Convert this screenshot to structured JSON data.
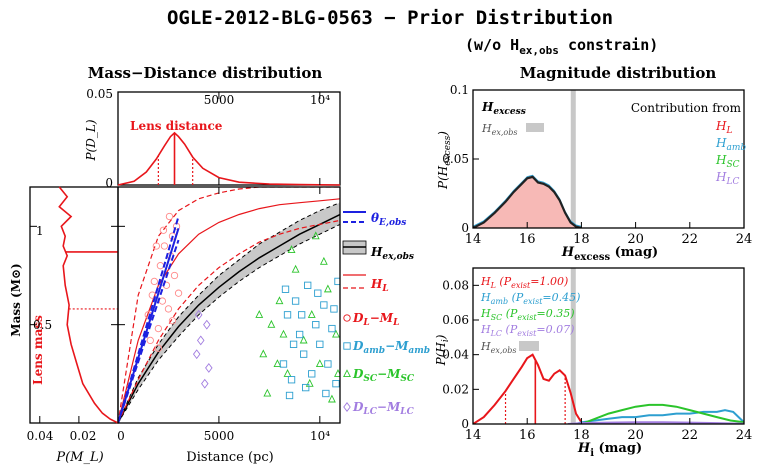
{
  "figure": {
    "title": "OGLE-2012-BLG-0563 − Prior Distribution",
    "subtitle": "(w/o H",
    "subtitle_sub": "ex,obs",
    "subtitle_end": " constrain)"
  },
  "colors": {
    "red": "#e8161b",
    "blue": "#1d21e0",
    "cyan": "#2d9fd0",
    "green": "#2bc42b",
    "purple": "#a27de0",
    "gray": "#c8c8c8",
    "black": "#000000"
  },
  "chart_data": [
    {
      "id": "lens_distance",
      "type": "line",
      "panel_title": "Mass−Distance distribution",
      "label": "Lens distance",
      "xlabel": "",
      "ylabel": "P(D_L)",
      "x_ticks": [
        "5000",
        "10⁴"
      ],
      "y_ticks": [
        "0",
        "0.05"
      ],
      "xlim": [
        0,
        11000
      ],
      "ylim": [
        0,
        0.05
      ],
      "median": 2800,
      "interval": [
        2000,
        3700
      ],
      "x": [
        0,
        800,
        1400,
        1900,
        2300,
        2600,
        2800,
        3000,
        3300,
        3700,
        4200,
        5000,
        6000,
        7500,
        9000,
        11000
      ],
      "y": [
        0.0,
        0.002,
        0.007,
        0.014,
        0.021,
        0.026,
        0.028,
        0.026,
        0.022,
        0.015,
        0.009,
        0.004,
        0.0015,
        0.0005,
        0.0002,
        0.0
      ]
    },
    {
      "id": "lens_mass",
      "type": "line",
      "label": "Lens mass",
      "xlabel": "P(M_L)",
      "ylabel": "Mass (M⊙)",
      "x_ticks": [
        "0.04",
        "0.02",
        "0"
      ],
      "y_ticks": [
        "0.5",
        "1"
      ],
      "xlim": [
        0,
        0.045
      ],
      "ylim": [
        0,
        1.2
      ],
      "median": 0.87,
      "lower": 0.58,
      "mass": [
        0.0,
        0.02,
        0.05,
        0.1,
        0.2,
        0.3,
        0.4,
        0.5,
        0.6,
        0.7,
        0.8,
        0.85,
        0.9,
        0.95,
        1.0,
        1.05,
        1.1,
        1.15,
        1.2
      ],
      "p": [
        0.0,
        0.004,
        0.008,
        0.012,
        0.018,
        0.021,
        0.024,
        0.026,
        0.025,
        0.027,
        0.028,
        0.026,
        0.028,
        0.027,
        0.029,
        0.024,
        0.03,
        0.026,
        0.03
      ]
    },
    {
      "id": "mass_distance",
      "type": "scatter",
      "xlabel": "Distance (pc)",
      "ylabel": "",
      "x_ticks": [
        "0",
        "5000",
        "10⁴"
      ],
      "xlim": [
        0,
        11000
      ],
      "ylim": [
        0,
        1.2
      ],
      "theta_E_obs": {
        "label": "θ",
        "label_sub": "E,obs",
        "x": [
          0,
          1000,
          2000,
          3000
        ],
        "center": [
          0.0,
          0.33,
          0.66,
          0.99
        ],
        "lower": [
          0.0,
          0.31,
          0.62,
          0.93
        ],
        "upper": [
          0.0,
          0.35,
          0.7,
          1.05
        ]
      },
      "H_ex_obs": {
        "label": "H",
        "label_sub": "ex,obs",
        "x": [
          0,
          1000,
          2000,
          3000,
          4000,
          5000,
          6000,
          7000,
          8000,
          9000,
          10000,
          11000
        ],
        "center": [
          0.0,
          0.2,
          0.36,
          0.49,
          0.6,
          0.69,
          0.77,
          0.84,
          0.9,
          0.96,
          1.01,
          1.06
        ],
        "lower": [
          0.0,
          0.17,
          0.32,
          0.44,
          0.55,
          0.64,
          0.72,
          0.79,
          0.85,
          0.91,
          0.96,
          1.01
        ],
        "upper": [
          0.0,
          0.23,
          0.4,
          0.54,
          0.65,
          0.75,
          0.83,
          0.91,
          0.97,
          1.03,
          1.08,
          1.12
        ]
      },
      "H_L": {
        "label": "H",
        "label_sub": "L",
        "x": [
          0,
          1000,
          2000,
          3000,
          4000,
          5000,
          6000,
          7000,
          8000,
          9000,
          10000,
          11000
        ],
        "center": [
          0.0,
          0.42,
          0.7,
          0.86,
          0.96,
          1.02,
          1.06,
          1.09,
          1.11,
          1.12,
          1.13,
          1.14
        ],
        "lower": [
          0.0,
          0.22,
          0.42,
          0.58,
          0.7,
          0.79,
          0.86,
          0.92,
          0.96,
          0.99,
          1.01,
          1.03
        ],
        "upper": [
          0.0,
          0.65,
          0.95,
          1.08,
          1.14,
          1.17,
          1.19,
          1.2,
          1.2,
          1.2,
          1.2,
          1.2
        ]
      },
      "legend_scatter": [
        {
          "label": "D",
          "label_sub": "L",
          "dash": "−M",
          "dash_sub": "L",
          "color_key": "red",
          "marker": "circle"
        },
        {
          "label": "D",
          "label_sub": "amb",
          "dash": "−M",
          "dash_sub": "amb",
          "color_key": "cyan",
          "marker": "square"
        },
        {
          "label": "D",
          "label_sub": "SC",
          "dash": "−M",
          "dash_sub": "SC",
          "color_key": "green",
          "marker": "triangle"
        },
        {
          "label": "D",
          "label_sub": "LC",
          "dash": "−M",
          "dash_sub": "LC",
          "color_key": "purple",
          "marker": "diamond"
        }
      ],
      "points_DL_ML": [
        [
          1500,
          0.55
        ],
        [
          1700,
          0.65
        ],
        [
          1800,
          0.72
        ],
        [
          2000,
          0.48
        ],
        [
          2100,
          0.8
        ],
        [
          2200,
          0.62
        ],
        [
          2300,
          0.9
        ],
        [
          2400,
          0.7
        ],
        [
          2500,
          0.58
        ],
        [
          2600,
          0.85
        ],
        [
          2700,
          0.95
        ],
        [
          2800,
          0.75
        ],
        [
          2900,
          1.0
        ],
        [
          3000,
          0.66
        ],
        [
          1900,
          0.9
        ],
        [
          2250,
          0.98
        ],
        [
          2550,
          1.05
        ],
        [
          1600,
          0.42
        ],
        [
          2700,
          0.52
        ],
        [
          2000,
          0.38
        ]
      ],
      "points_Damb_Mamb": [
        [
          8200,
          0.3
        ],
        [
          8400,
          0.55
        ],
        [
          8600,
          0.22
        ],
        [
          8800,
          0.62
        ],
        [
          9000,
          0.45
        ],
        [
          9200,
          0.35
        ],
        [
          9400,
          0.7
        ],
        [
          9600,
          0.25
        ],
        [
          9800,
          0.5
        ],
        [
          10000,
          0.4
        ],
        [
          10200,
          0.6
        ],
        [
          10400,
          0.3
        ],
        [
          10600,
          0.48
        ],
        [
          10800,
          0.2
        ],
        [
          8300,
          0.68
        ],
        [
          8700,
          0.4
        ],
        [
          9300,
          0.18
        ],
        [
          9900,
          0.66
        ],
        [
          10300,
          0.15
        ],
        [
          10700,
          0.58
        ],
        [
          10900,
          0.72
        ],
        [
          9100,
          0.55
        ],
        [
          8500,
          0.14
        ]
      ],
      "points_DSC_MSC": [
        [
          7200,
          0.35
        ],
        [
          7600,
          0.5
        ],
        [
          8000,
          0.62
        ],
        [
          8400,
          0.25
        ],
        [
          8800,
          0.78
        ],
        [
          9200,
          0.42
        ],
        [
          9600,
          0.55
        ],
        [
          10000,
          0.3
        ],
        [
          10400,
          0.68
        ],
        [
          10800,
          0.45
        ],
        [
          7400,
          0.15
        ],
        [
          7900,
          0.3
        ],
        [
          8600,
          0.88
        ],
        [
          9500,
          0.2
        ],
        [
          10200,
          0.82
        ],
        [
          10600,
          0.12
        ],
        [
          7000,
          0.55
        ],
        [
          8200,
          0.45
        ],
        [
          9800,
          0.95
        ],
        [
          10900,
          0.25
        ]
      ],
      "points_DLC_MLC": [
        [
          4100,
          0.42
        ],
        [
          4400,
          0.5
        ],
        [
          3900,
          0.35
        ],
        [
          4500,
          0.28
        ],
        [
          4300,
          0.2
        ],
        [
          4000,
          0.55
        ]
      ]
    },
    {
      "id": "magnitude_Hexcess",
      "type": "area",
      "panel_title": "Magnitude distribution",
      "xlabel": "H",
      "xlabel_sub": "excess",
      "xlabel_unit": " (mag)",
      "ylabel": "P(H",
      "ylabel_sub": "excess",
      "ylabel_end": ")",
      "legend_title": "Contribution from",
      "legend": [
        {
          "label": "H",
          "label_sub": "L",
          "color_key": "red"
        },
        {
          "label": "H",
          "label_sub": "amb",
          "color_key": "cyan"
        },
        {
          "label": "H",
          "label_sub": "SC",
          "color_key": "green"
        },
        {
          "label": "H",
          "label_sub": "LC",
          "color_key": "purple"
        }
      ],
      "annot_Hexcess": "H",
      "annot_Hexcess_sub": "excess",
      "annot_Hexobs": "H",
      "annot_Hexobs_sub": "ex,obs",
      "x_ticks": [
        "14",
        "16",
        "18",
        "20",
        "22",
        "24"
      ],
      "y_ticks": [
        "0",
        "0.05",
        "0.1"
      ],
      "xlim": [
        14,
        24
      ],
      "ylim": [
        0,
        0.1
      ],
      "H_ex_obs_value": 17.7,
      "x": [
        14.0,
        14.4,
        14.8,
        15.2,
        15.5,
        15.8,
        16.0,
        16.2,
        16.4,
        16.6,
        16.8,
        17.0,
        17.2,
        17.4,
        17.6,
        17.8,
        18.0
      ],
      "y": [
        0.0,
        0.004,
        0.011,
        0.019,
        0.026,
        0.032,
        0.036,
        0.037,
        0.033,
        0.032,
        0.03,
        0.026,
        0.02,
        0.011,
        0.004,
        0.001,
        0.0
      ]
    },
    {
      "id": "magnitude_Hi",
      "type": "line",
      "xlabel": "H",
      "xlabel_sub": "i",
      "xlabel_unit": " (mag)",
      "ylabel": "P(H",
      "ylabel_sub": "i",
      "ylabel_end": ")",
      "x_ticks": [
        "14",
        "16",
        "18",
        "20",
        "22",
        "24"
      ],
      "y_ticks": [
        "0",
        "0.02",
        "0.04",
        "0.06",
        "0.08"
      ],
      "xlim": [
        14,
        24
      ],
      "ylim": [
        0,
        0.09
      ],
      "legend": [
        {
          "label": "H",
          "label_sub": "L",
          "p": "(P",
          "p_sub": "exist",
          "value": "=1.00)",
          "color_key": "red"
        },
        {
          "label": "H",
          "label_sub": "amb",
          "p": "(P",
          "p_sub": "exist",
          "value": "=0.45)",
          "color_key": "cyan"
        },
        {
          "label": "H",
          "label_sub": "SC",
          "p": "(P",
          "p_sub": "exist",
          "value": "=0.35)",
          "color_key": "green"
        },
        {
          "label": "H",
          "label_sub": "LC",
          "p": "(P",
          "p_sub": "exist",
          "value": "=0.07)",
          "color_key": "purple"
        }
      ],
      "annot_Hexobs": "H",
      "annot_Hexobs_sub": "ex,obs",
      "H_ex_obs_value": 17.7,
      "HL_median": 16.3,
      "HL_interval": [
        15.2,
        17.4
      ],
      "series": [
        {
          "name": "H_L",
          "color_key": "red",
          "x": [
            14.0,
            14.4,
            14.8,
            15.2,
            15.5,
            15.8,
            16.0,
            16.2,
            16.4,
            16.6,
            16.8,
            17.0,
            17.2,
            17.4,
            17.6,
            17.8,
            18.0,
            18.2
          ],
          "y": [
            0.0,
            0.004,
            0.011,
            0.019,
            0.026,
            0.033,
            0.038,
            0.04,
            0.034,
            0.026,
            0.025,
            0.029,
            0.031,
            0.028,
            0.018,
            0.006,
            0.001,
            0.0
          ]
        },
        {
          "name": "H_amb",
          "color_key": "cyan",
          "x": [
            17.8,
            18.0,
            18.5,
            19.0,
            19.5,
            20.0,
            20.5,
            21.0,
            21.5,
            22.0,
            22.5,
            23.0,
            23.3,
            23.6,
            23.8,
            24.0
          ],
          "y": [
            0.0,
            0.001,
            0.002,
            0.003,
            0.004,
            0.004,
            0.005,
            0.005,
            0.006,
            0.006,
            0.007,
            0.007,
            0.008,
            0.007,
            0.004,
            0.001
          ]
        },
        {
          "name": "H_SC",
          "color_key": "green",
          "x": [
            18.0,
            18.5,
            19.0,
            19.5,
            20.0,
            20.5,
            21.0,
            21.5,
            22.0,
            22.5,
            23.0,
            23.5,
            24.0
          ],
          "y": [
            0.0,
            0.003,
            0.006,
            0.008,
            0.01,
            0.011,
            0.011,
            0.01,
            0.008,
            0.006,
            0.004,
            0.002,
            0.001
          ]
        },
        {
          "name": "H_LC",
          "color_key": "purple",
          "x": [
            17.5,
            18.0,
            19.0,
            20.0,
            21.0,
            22.0,
            23.0,
            24.0
          ],
          "y": [
            0.0,
            0.0005,
            0.0008,
            0.001,
            0.001,
            0.0008,
            0.0005,
            0.0002
          ]
        }
      ]
    }
  ]
}
